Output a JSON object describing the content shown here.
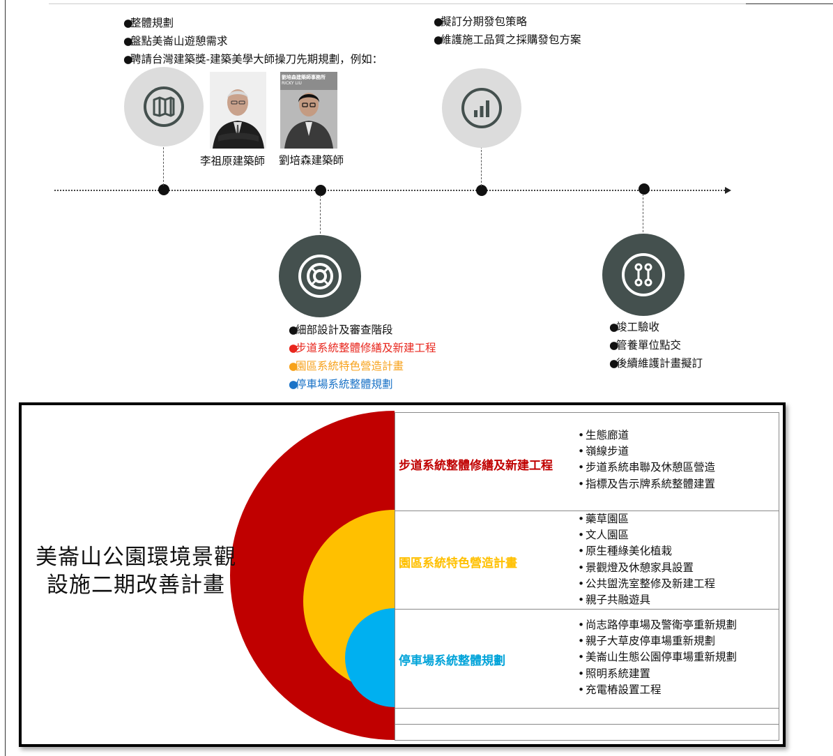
{
  "timeline": {
    "stage1": {
      "items": [
        "整體規劃",
        "盤點美崙山遊憩需求",
        "聘請台灣建築獎-建築美學大師操刀先期規劃，例如："
      ],
      "icon": "map-icon",
      "architects": [
        "李祖原建築師",
        "劉培森建築師"
      ],
      "photo2_sign": "劉培森建築師事務所",
      "photo2_sign2": "RICKY LIU"
    },
    "stage2": {
      "icon": "lifebuoy-icon",
      "items": [
        {
          "text": "細部設計及審查階段",
          "color": "#111111"
        },
        {
          "text": "步道系統整體修繕及新建工程",
          "color": "#e8261d"
        },
        {
          "text": "園區系統特色營造計畫",
          "color": "#f7a21b"
        },
        {
          "text": "停車場系統整體規劃",
          "color": "#1b73c7"
        }
      ]
    },
    "stage3": {
      "icon": "bar-chart-icon",
      "items": [
        "擬訂分期發包策略",
        "維護施工品質之採購發包方案"
      ]
    },
    "stage4": {
      "icon": "route-icon",
      "items": [
        "竣工驗收",
        "管養單位點交",
        "後續維護計畫擬訂"
      ]
    },
    "bullet": "●"
  },
  "plan": {
    "title_line1": "美崙山公園環境景觀",
    "title_line2": "設施二期改善計畫",
    "bullet": "•",
    "categories": [
      {
        "label": "步道系統整體修繕及新建工程",
        "color": "#c00000",
        "fill": "#c00000",
        "items": [
          "生態廊道",
          "嶺線步道",
          "步道系統串聯及休憩區營造",
          "指標及告示牌系統整體建置"
        ]
      },
      {
        "label": "園區系統特色營造計畫",
        "color": "#ffc000",
        "fill": "#ffc000",
        "items": [
          "藥草園區",
          "文人園區",
          "原生種綠美化植栽",
          "景觀燈及休憩家具設置",
          "公共盥洗室整修及新建工程",
          "親子共融遊具"
        ]
      },
      {
        "label": "停車場系統整體規劃",
        "color": "#00a3d9",
        "fill": "#00b0f0",
        "items": [
          "尚志路停車場及警衛亭重新規劃",
          "親子大草皮停車場重新規劃",
          "美崙山生態公園停車場重新規劃",
          "照明系統建置",
          "充電樁設置工程"
        ]
      }
    ]
  }
}
